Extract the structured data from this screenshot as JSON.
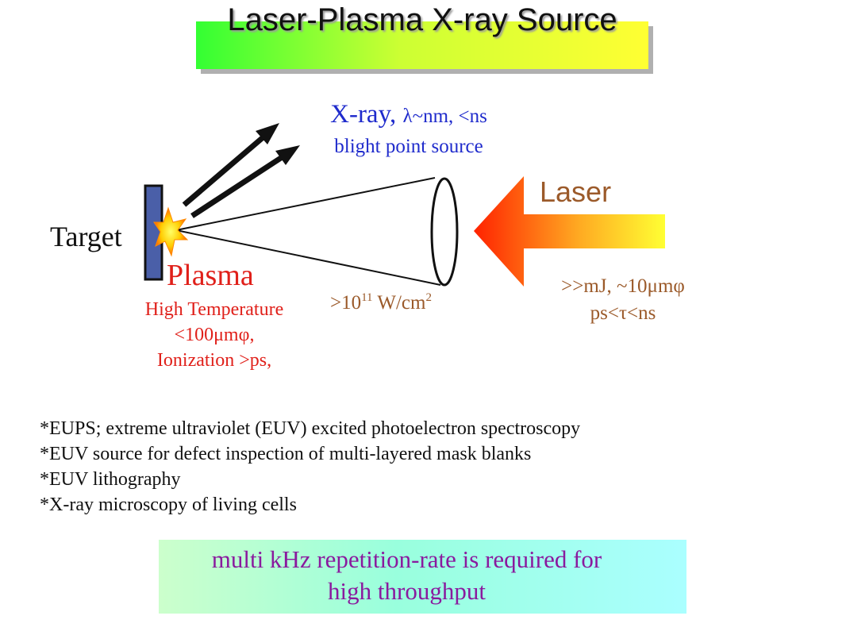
{
  "title": "Laser-Plasma X-ray Source",
  "xray": {
    "label_main": "X-ray,",
    "label_detail": "λ~nm, <ns",
    "sub": "blight point source"
  },
  "laser": {
    "label": "Laser",
    "param_line1": ">>mJ, ~10μmφ",
    "param_line2": "ps<τ<ns",
    "intensity_base": ">10",
    "intensity_exp": "11",
    "intensity_unit": " W/cm",
    "intensity_unit_exp": "2"
  },
  "target": {
    "label": "Target"
  },
  "plasma": {
    "label": "Plasma",
    "line1": "High Temperature",
    "line2": "<100μmφ,",
    "line3": "Ionization >ps,"
  },
  "notes": [
    "*EUPS; extreme ultraviolet (EUV) excited photoelectron spectroscopy",
    "*EUV source for defect inspection of multi-layered mask blanks",
    "*EUV lithography",
    "*X-ray microscopy of living cells"
  ],
  "requirement": {
    "line1": "multi kHz repetition-rate is required for",
    "line2": "high throughput"
  },
  "colors": {
    "xray_text": "#1f2bcc",
    "laser_text": "#9b5a2a",
    "plasma_text": "#e0201a",
    "requirement_text": "#8a1a9e",
    "target_plate": "#4a5fa8",
    "laser_arrow_start": "#ffff33",
    "laser_arrow_end": "#ff2200"
  },
  "icons": [
    "target-plate",
    "plasma-star-icon",
    "lens-ellipse",
    "laser-arrow-icon",
    "xray-arrow-icon"
  ]
}
